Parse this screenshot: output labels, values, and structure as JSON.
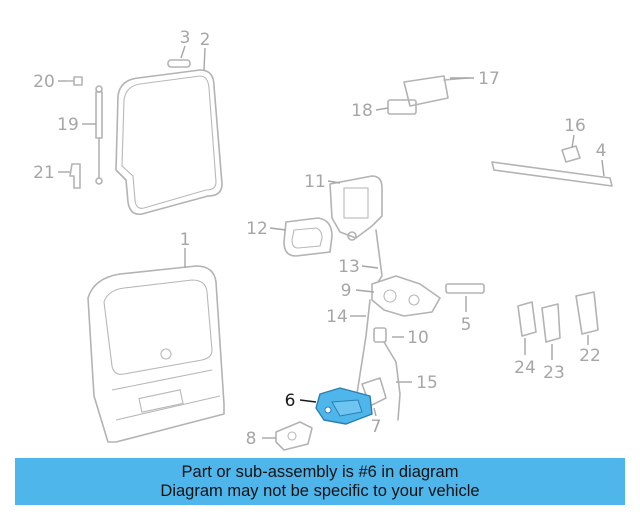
{
  "highlight_color": "#4fb6ec",
  "selected_part": "6",
  "callouts": {
    "c1": "1",
    "c2": "2",
    "c3": "3",
    "c4": "4",
    "c5": "5",
    "c6": "6",
    "c7": "7",
    "c8": "8",
    "c9": "9",
    "c10": "10",
    "c11": "11",
    "c12": "12",
    "c13": "13",
    "c14": "14",
    "c15": "15",
    "c16": "16",
    "c17": "17",
    "c18": "18",
    "c19": "19",
    "c20": "20",
    "c21": "21",
    "c22": "22",
    "c23": "23",
    "c24": "24"
  },
  "banner": {
    "line1": "Part or sub-assembly is #6 in diagram",
    "line2": "Diagram may not be specific to your vehicle"
  }
}
